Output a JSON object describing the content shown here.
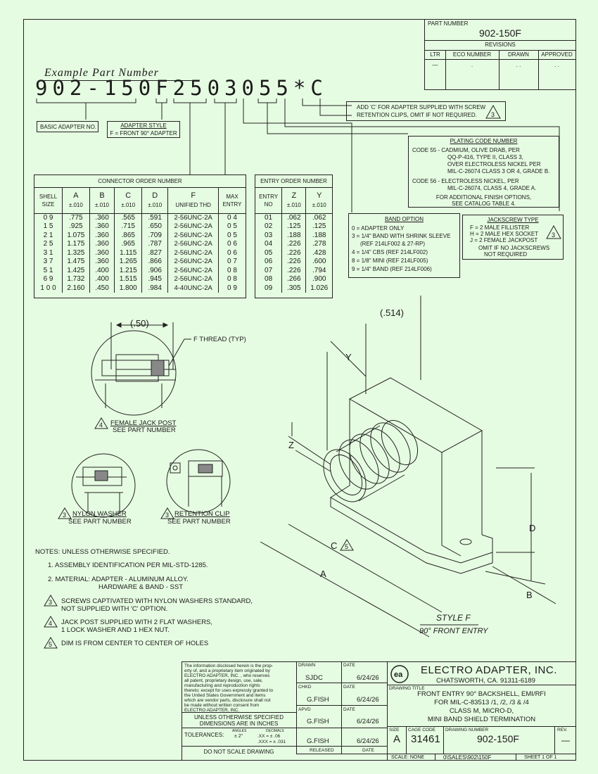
{
  "title_block_top": {
    "part_number_label": "PART NUMBER",
    "part_number": "902-150F",
    "revisions_label": "REVISIONS",
    "cols": [
      "LTR",
      "ECO NUMBER",
      "DRAWN",
      "APPROVED"
    ],
    "row": [
      "—",
      ".",
      ". .",
      ". ."
    ]
  },
  "example": {
    "heading": "Example Part Number",
    "code": "902-150F2503055*C",
    "basic_label": "BASIC ADAPTER NO.",
    "style_label": "ADAPTER STYLE",
    "style_value": "F = FRONT 90° ADAPTER",
    "c_note": "ADD 'C' FOR ADAPTER SUPPLIED WITH SCREW",
    "c_note2": "RETENTION CLIPS, OMIT IF NOT REQUIRED.",
    "c_flag": "3"
  },
  "plating": {
    "title": "PLATING CODE NUMBER",
    "lines": [
      "CODE 55 - CADMIUM, OLIVE DRAB, PER",
      "QQ-P-416, TYPE II, CLASS 3,",
      "OVER ELECTROLESS NICKEL PER",
      "MIL-C-26074 CLASS 3 OR 4, GRADE B.",
      "CODE 56 - ELECTROLESS NICKEL, PER",
      "MIL-C-26074, CLASS 4, GRADE A.",
      "FOR ADDITIONAL FINISH OPTIONS,",
      "SEE CATALOG TABLE 4."
    ]
  },
  "jackscrew": {
    "title": "JACKSCREW TYPE",
    "lines": [
      "F = 2 MALE FILLISTER",
      "H = 2 MALE HEX SOCKET",
      "J = 2 FEMALE JACKPOST",
      "OMIT IF NO JACKSCREWS",
      "NOT REQUIRED"
    ],
    "flag": "3"
  },
  "band": {
    "title": "BAND OPTION",
    "lines": [
      "0 = ADAPTER ONLY",
      "3 = 1/4\" BAND WITH SHRINK SLEEVE",
      "(REF 214LF002 & 27-RP)",
      "4 = 1/4\" CBS   (REF 214LF002)",
      "8 = 1/8\" MINI   (REF 214LF005)",
      "9 = 1/4\" BAND   (REF 214LF006)"
    ]
  },
  "connector_table": {
    "title": "CONNECTOR ORDER NUMBER",
    "headers": [
      "SHELL SIZE",
      "A",
      "B",
      "C",
      "D",
      "F",
      "MAX ENTRY"
    ],
    "subheaders": [
      "",
      "±.010",
      "±.010",
      "±.010",
      "±.010",
      "UNIFIED THD",
      ""
    ],
    "rows": [
      [
        "0 9",
        ".775",
        ".360",
        ".565",
        ".591",
        "2-56UNC-2A",
        "0 4"
      ],
      [
        "1 5",
        ".925",
        ".360",
        ".715",
        ".650",
        "2-56UNC-2A",
        "0 5"
      ],
      [
        "2 1",
        "1.075",
        ".360",
        ".865",
        ".709",
        "2-56UNC-2A",
        "0 5"
      ],
      [
        "2 5",
        "1.175",
        ".360",
        ".965",
        ".787",
        "2-56UNC-2A",
        "0 6"
      ],
      [
        "3 1",
        "1.325",
        ".360",
        "1.115",
        ".827",
        "2-56UNC-2A",
        "0 6"
      ],
      [
        "3 7",
        "1.475",
        ".360",
        "1.265",
        ".866",
        "2-56UNC-2A",
        "0 7"
      ],
      [
        "5 1",
        "1.425",
        ".400",
        "1.215",
        ".906",
        "2-56UNC-2A",
        "0 8"
      ],
      [
        "6 9",
        "1.732",
        ".400",
        "1.515",
        ".945",
        "2-56UNC-2A",
        "0 8"
      ],
      [
        "1 0 0",
        "2.160",
        ".450",
        "1.800",
        ".984",
        "4-40UNC-2A",
        "0 9"
      ]
    ]
  },
  "entry_table": {
    "title": "ENTRY ORDER NUMBER",
    "headers": [
      "ENTRY NO",
      "Z",
      "Y"
    ],
    "subheaders": [
      "",
      "±.010",
      "±.010"
    ],
    "rows": [
      [
        "01",
        ".062",
        ".062"
      ],
      [
        "02",
        ".125",
        ".125"
      ],
      [
        "03",
        ".188",
        ".188"
      ],
      [
        "04",
        ".226",
        ".278"
      ],
      [
        "05",
        ".226",
        ".428"
      ],
      [
        "06",
        ".226",
        ".600"
      ],
      [
        "07",
        ".226",
        ".794"
      ],
      [
        "08",
        ".266",
        ".900"
      ],
      [
        "09",
        ".305",
        "1.026"
      ]
    ]
  },
  "details": {
    "dim50": "(.50)",
    "f_thread": "F THREAD (TYP)",
    "jack_post_flag": "4",
    "jack_post": "FEMALE JACK POST",
    "jack_post_sub": "SEE PART NUMBER",
    "nylon_flag": "3",
    "nylon": "NYLON WASHER",
    "nylon_sub": "SEE PART NUMBER",
    "clip_flag": "3",
    "clip": "RETENTION CLIP",
    "clip_sub": "SEE PART NUMBER"
  },
  "iso": {
    "dim514": "(.514)",
    "Y": "Y",
    "Z": "Z",
    "D": "D",
    "C": "C",
    "C_flag": "5",
    "A": "A",
    "B": "B",
    "style": "STYLE F",
    "style_sub": "90° FRONT ENTRY"
  },
  "notes": {
    "header": "NOTES: UNLESS OTHERWISE SPECIFIED.",
    "n1": "1.  ASSEMBLY IDENTIFICATION PER MIL-STD-1285.",
    "n2a": "2.  MATERIAL: ADAPTER - ALUMINUM ALLOY.",
    "n2b": "HARDWARE & BAND - SST",
    "n3flag": "3",
    "n3a": "SCREWS CAPTIVATED WITH NYLON WASHERS STANDARD,",
    "n3b": "NOT SUPPLIED WITH 'C' OPTION.",
    "n4flag": "4",
    "n4a": "JACK POST SUPPLIED WITH 2 FLAT WASHERS,",
    "n4b": "1 LOCK WASHER AND 1 HEX NUT.",
    "n5flag": "5",
    "n5": "DIM IS FROM CENTER TO CENTER OF HOLES"
  },
  "title_block": {
    "prop_text": [
      "The information disclosed herein is the prop-",
      "erty of, and a proprietary item originated by",
      "ELECTRO ADAPTER, INC.        , who reserves",
      "all patent, proprietary design, use, sale,",
      "manufacturing and reproduction rights",
      "thereto; except for uses expressly granted to",
      "the United States Government and items",
      "which are vendor parts, disclosure shall not",
      "be made without written consent from",
      "ELECTRO ADAPTER, INC."
    ],
    "unless1": "UNLESS OTHERWISE SPECIFIED",
    "unless2": "DIMENSIONS ARE IN INCHES",
    "tolerances": "TOLERANCES:",
    "angles_label": "ANGLES",
    "angles_val": "± 2°",
    "decimals_label": "DECIMALS",
    "dec1": ".XX   =   ± .06",
    "dec2": ".XXX  =   ± .031",
    "do_not_scale": "DO NOT SCALE DRAWING",
    "drawn_label": "DRAWN",
    "drawn": "SJDC",
    "chkd_label": "CHKD",
    "chkd": "G.FISH",
    "apvd_label": "APVD",
    "apvd": "G.FISH",
    "released_by": "G.FISH",
    "released_label": "RELEASED",
    "date_label": "DATE",
    "d1": "6/24/26",
    "d2": "6/24/26",
    "d3": "6/24/26",
    "d4": "6/24/26",
    "company": "ELECTRO ADAPTER, INC.",
    "city": "CHATSWORTH, CA. 91311-6189",
    "logo_letters": "ea",
    "drawing_title_label": "DRAWING TITLE",
    "dt1": "FRONT ENTRY 90° BACKSHELL, EMI/RFI",
    "dt2": "FOR MIL-C-83513 /1, /2, /3 & /4",
    "dt3": "CLASS M, MICRO-D,",
    "dt4": "MINI BAND SHIELD TERMINATION",
    "size_label": "SIZE",
    "size": "A",
    "cage_label": "CAGE CODE",
    "cage": "31461",
    "dwg_label": "DRAWING NUMBER",
    "dwg": "902-150F",
    "rev_label": "REV.",
    "rev": "—",
    "scale": "SCALE: NONE",
    "path": "0\\SALES\\902\\150F",
    "sheet": "SHEET  1  OF  1"
  }
}
